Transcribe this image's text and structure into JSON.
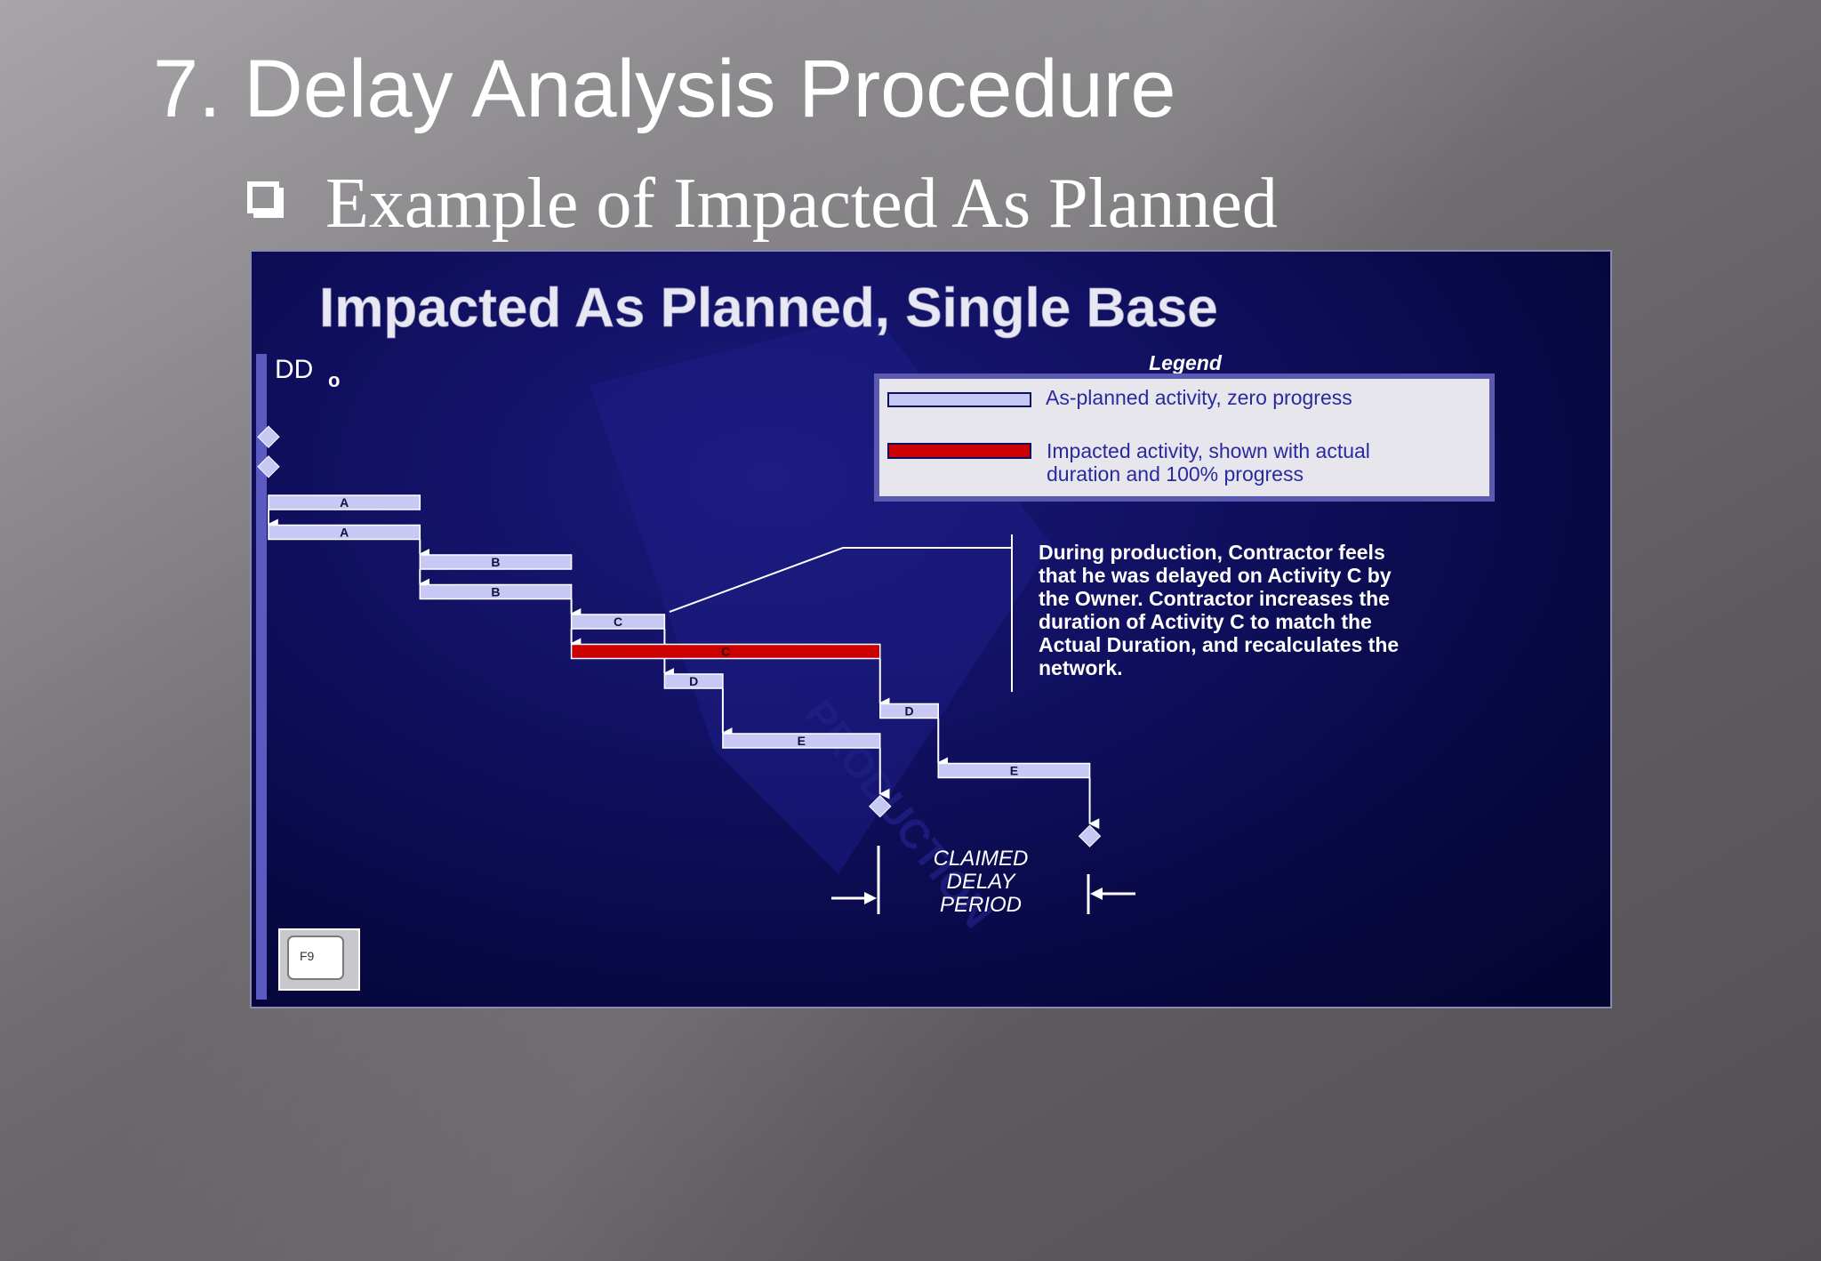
{
  "slide": {
    "title": "7. Delay Analysis Procedure",
    "bullet": "Example of Impacted As Planned"
  },
  "figure": {
    "title": "Impacted As Planned, Single Base",
    "dd_label": "DD",
    "dd_subscript": "o",
    "legend": {
      "heading": "Legend",
      "items": [
        {
          "text": "As-planned activity, zero progress",
          "color": "#c8c8f5"
        },
        {
          "line1": "Impacted activity, shown with actual",
          "line2": "duration and 100% progress",
          "color": "#cc0000"
        }
      ]
    },
    "annotation": [
      "During production, Contractor feels",
      "that he was delayed on Activity C by",
      "the Owner.  Contractor increases the",
      "duration of Activity C to match the",
      "Actual Duration, and recalculates the",
      "network."
    ],
    "claimed_delay": [
      "CLAIMED",
      "DELAY",
      "PERIOD"
    ],
    "watermark": "PRODUCTION",
    "key_badge": "F9",
    "activities": [
      {
        "label": "A",
        "row": 0,
        "start": 0,
        "end": 2.6,
        "kind": "planned"
      },
      {
        "label": "A",
        "row": 1,
        "start": 0,
        "end": 2.6,
        "kind": "planned"
      },
      {
        "label": "B",
        "row": 2,
        "start": 2.6,
        "end": 5.2,
        "kind": "planned"
      },
      {
        "label": "B",
        "row": 3,
        "start": 2.6,
        "end": 5.2,
        "kind": "planned"
      },
      {
        "label": "C",
        "row": 4,
        "start": 5.2,
        "end": 6.8,
        "kind": "planned"
      },
      {
        "label": "C",
        "row": 5,
        "start": 5.2,
        "end": 10.5,
        "kind": "impacted"
      },
      {
        "label": "D",
        "row": 6,
        "start": 6.8,
        "end": 7.8,
        "kind": "planned"
      },
      {
        "label": "D",
        "row": 7,
        "start": 10.5,
        "end": 11.5,
        "kind": "planned"
      },
      {
        "label": "E",
        "row": 8,
        "start": 7.8,
        "end": 10.5,
        "kind": "planned"
      },
      {
        "label": "E",
        "row": 9,
        "start": 11.5,
        "end": 14.1,
        "kind": "planned"
      }
    ],
    "milestones": [
      {
        "t": 0,
        "row": -2.2
      },
      {
        "t": 0,
        "row": -1.2
      },
      {
        "t": 10.5,
        "row": 10.2
      },
      {
        "t": 14.1,
        "row": 11.2
      }
    ]
  }
}
